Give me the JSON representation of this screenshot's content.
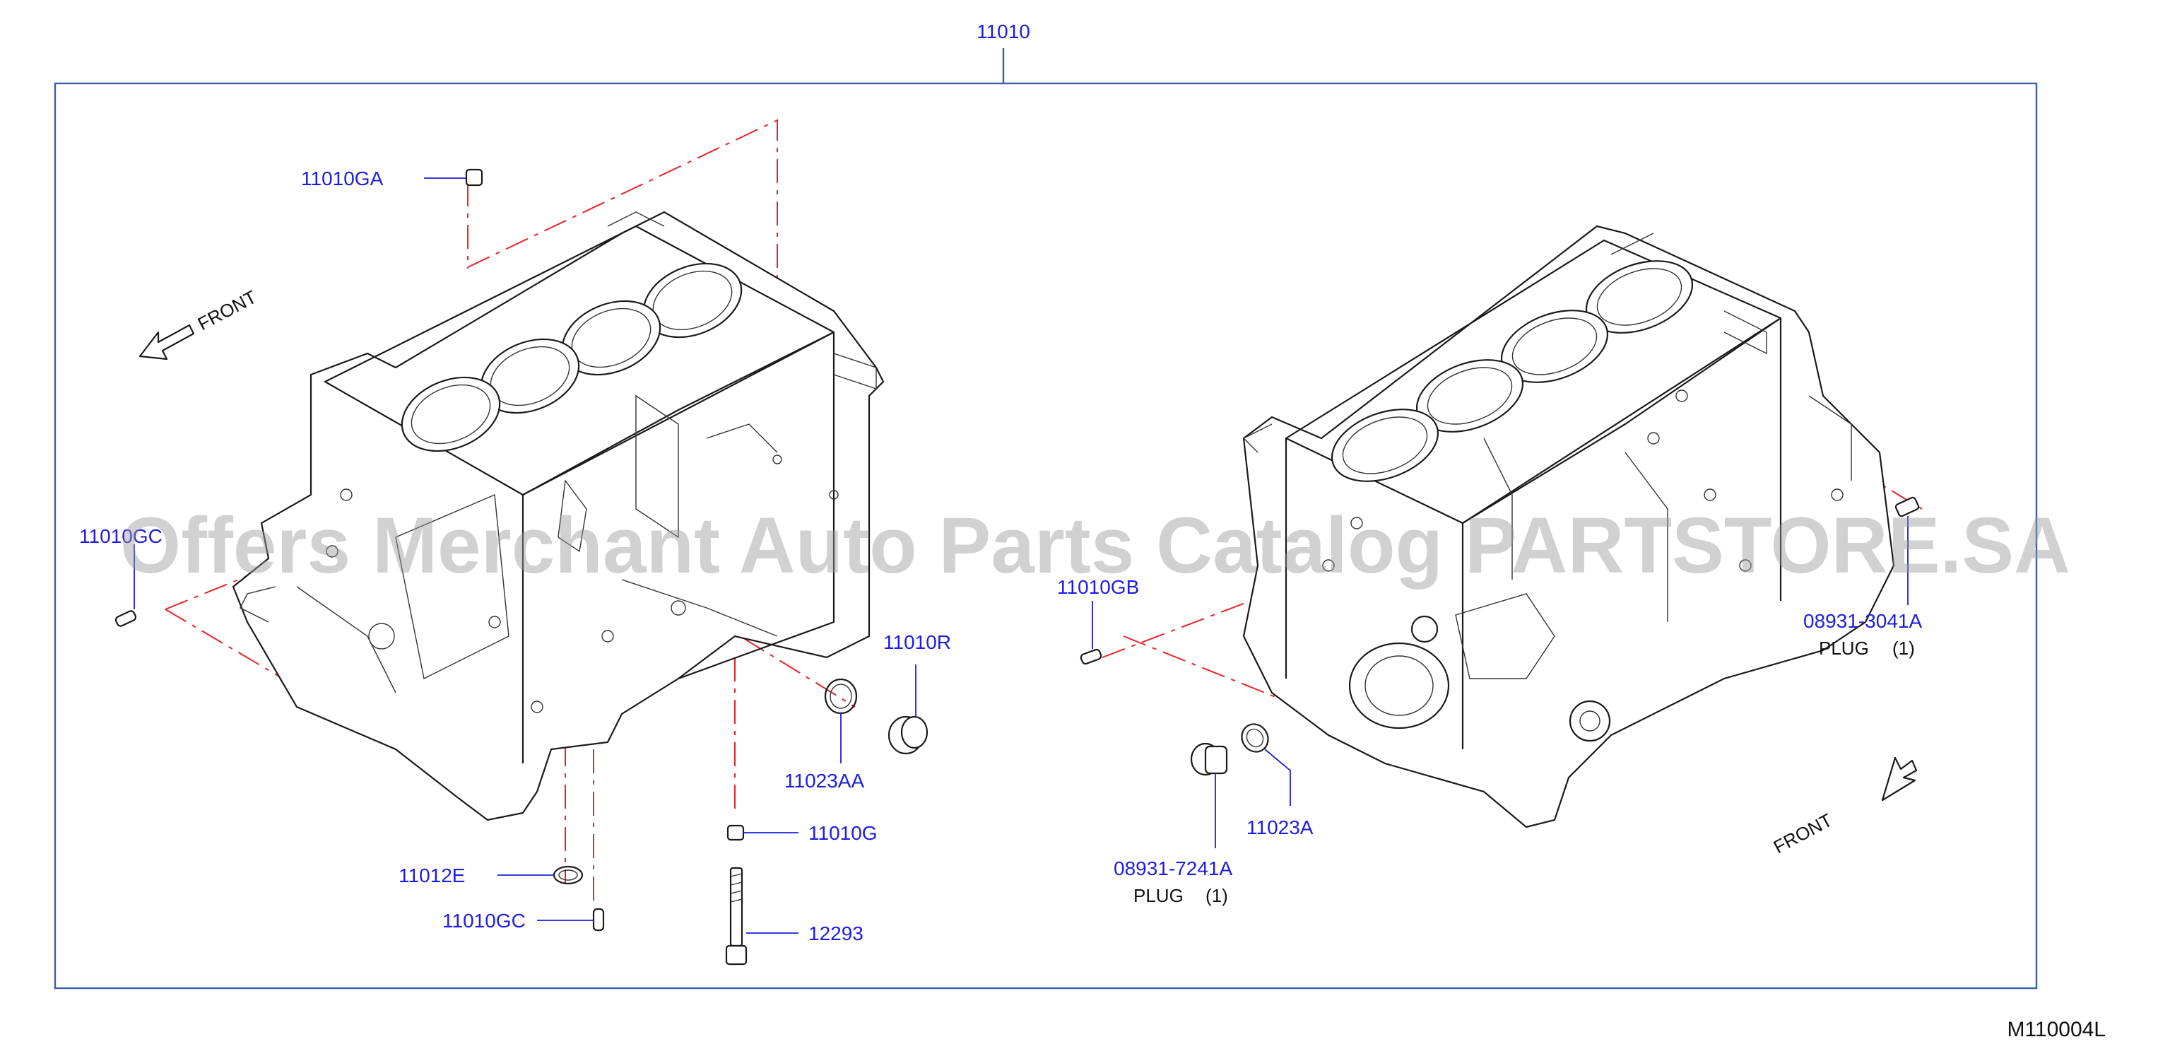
{
  "diagram": {
    "assembly_number": "11010",
    "drawing_code": "M110004L",
    "watermark": "Offers Merchant Auto Parts Catalog PARTSTORE.SA",
    "front_label_left": "FRONT",
    "front_label_right": "FRONT",
    "callouts": {
      "c11010GA": "11010GA",
      "c11010GC_left": "11010GC",
      "c11010R": "11010R",
      "c11023AA": "11023AA",
      "c11010G": "11010G",
      "c11012E": "11012E",
      "c11010GC_bottom": "11010GC",
      "c12293": "12293",
      "c11010GB": "11010GB",
      "c08931_7241A": "08931-7241A",
      "c11023A": "11023A",
      "c08931_3041A": "08931-3041A"
    },
    "plug_label_1": "PLUG",
    "plug_qty_1": "(1)",
    "plug_label_2": "PLUG",
    "plug_qty_2": "(1)"
  },
  "colors": {
    "callout_text": "#1d1de0",
    "frame": "#3a5ea8",
    "centerline": "#e8232a",
    "watermark": "#9a9a9a"
  }
}
